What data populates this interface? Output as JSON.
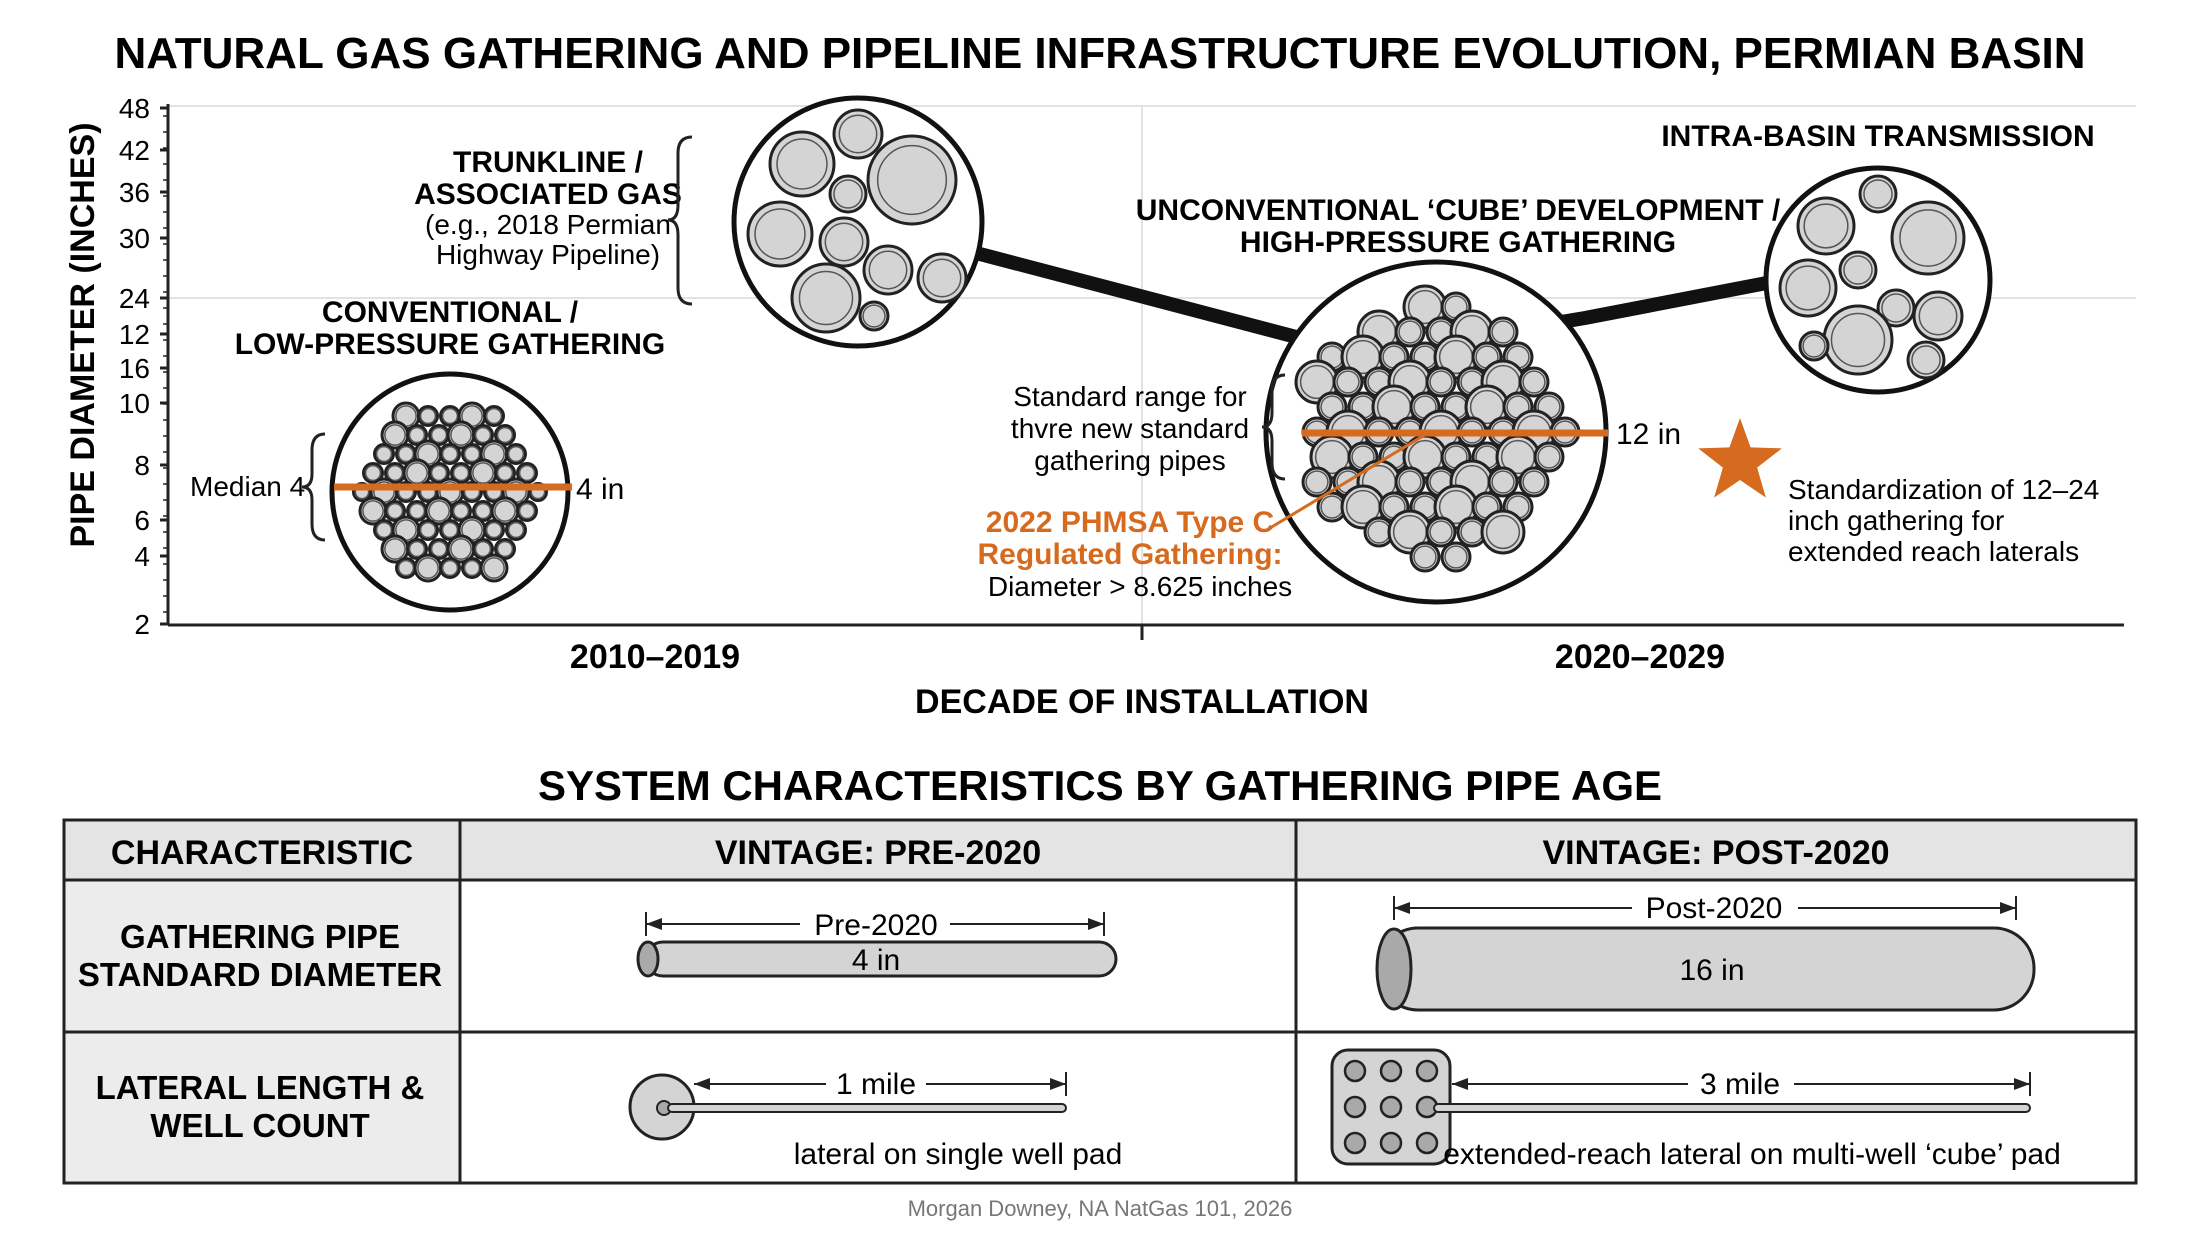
{
  "title": "NATURAL GAS GATHERING AND PIPELINE INFRASTRUCTURE EVOLUTION, PERMIAN BASIN",
  "chart": {
    "y_axis_title": "PIPE DIAMETER (INCHES)",
    "x_axis_title": "DECADE OF INSTALLATION",
    "y_ticks": [
      "48",
      "42",
      "36",
      "30",
      "24",
      "12",
      "16",
      "10",
      "8",
      "6",
      "4",
      "2"
    ],
    "x_categories": [
      "2010–2019",
      "2020–2029"
    ],
    "groups": {
      "conventional": {
        "line1": "CONVENTIONAL /",
        "line2": "LOW-PRESSURE GATHERING",
        "median_label": "Median 4",
        "value_label": "4 in"
      },
      "trunkline": {
        "line1": "TRUNKLINE /",
        "line2": "ASSOCIATED GAS",
        "line3": "(e.g., 2018 Permian",
        "line4": "Highway Pipeline)"
      },
      "cube": {
        "line1": "UNCONVENTIONAL ‘CUBE’ DEVELOPMENT /",
        "line2": "HIGH-PRESSURE GATHERING",
        "range_line1": "Standard range for",
        "range_line2": "thvre new standard",
        "range_line3": "gathering pipes",
        "value_label": "12 in"
      },
      "transmission": {
        "line1": "INTRA-BASIN TRANSMISSION"
      }
    },
    "phmsa": {
      "line1": "2022 PHMSA Type C",
      "line2": "Regulated Gathering:",
      "line3": "Diameter > 8.625 inches"
    },
    "standardization": {
      "line1": "Standardization of 12–24",
      "line2": "inch gathering for",
      "line3": "extended reach laterals"
    },
    "colors": {
      "accent": "#d66a1e",
      "circle_fill": "#d4d4d4",
      "header_fill": "#e4e4e4"
    }
  },
  "table": {
    "title": "SYSTEM CHARACTERISTICS BY GATHERING PIPE AGE",
    "headers": [
      "CHARACTERISTIC",
      "VINTAGE: PRE-2020",
      "VINTAGE: POST-2020"
    ],
    "rows": [
      {
        "label_line1": "GATHERING PIPE",
        "label_line2": "STANDARD DIAMETER",
        "pre": {
          "dim_label": "Pre-2020",
          "value": "4 in"
        },
        "post": {
          "dim_label": "Post-2020",
          "value": "16 in"
        }
      },
      {
        "label_line1": "LATERAL LENGTH &",
        "label_line2": "WELL COUNT",
        "pre": {
          "dim_label": "1 mile",
          "caption": "lateral on single well pad"
        },
        "post": {
          "dim_label": "3 mile",
          "caption": "extended-reach lateral on multi-well ‘cube’ pad"
        }
      }
    ]
  },
  "credit": "Morgan Downey, NA NatGas 101, 2026"
}
